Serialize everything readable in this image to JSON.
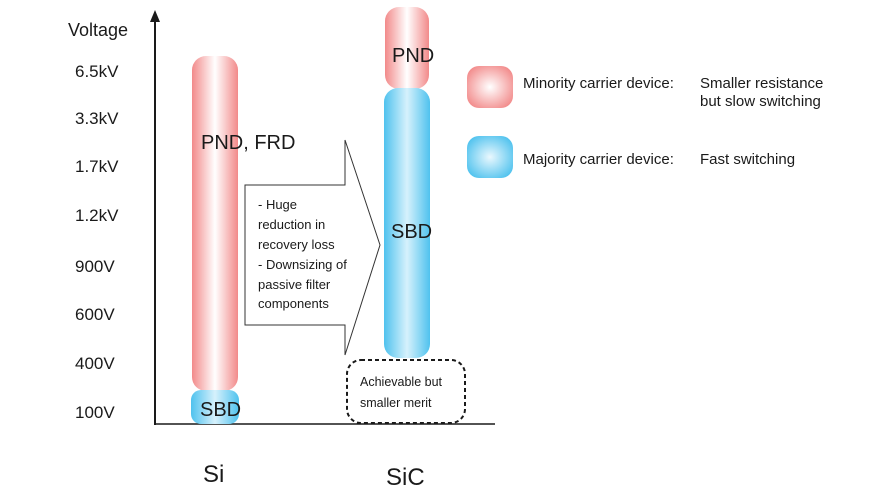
{
  "axis": {
    "title": "Voltage",
    "ticks": [
      "6.5kV",
      "3.3kV",
      "1.7kV",
      "1.2kV",
      "900V",
      "600V",
      "400V",
      "100V"
    ]
  },
  "columns": {
    "si": "Si",
    "sic": "SiC"
  },
  "bars": {
    "si_pnd_frd": "PND, FRD",
    "si_sbd": "SBD",
    "sic_pnd": "PND",
    "sic_sbd": "SBD"
  },
  "callout": {
    "lines": [
      "- Huge",
      "reduction in",
      "recovery loss",
      "- Downsizing of",
      "passive filter",
      "components"
    ]
  },
  "merit": {
    "lines": [
      "Achievable but",
      "smaller merit"
    ]
  },
  "legend": {
    "minority": {
      "label": "Minority carrier device:",
      "desc_line1": "Smaller resistance",
      "desc_line2": "but slow switching"
    },
    "majority": {
      "label": "Majority carrier device:",
      "desc_line1": "Fast switching"
    }
  },
  "colors": {
    "minority": "#f28a8a",
    "majority": "#5bc8f0"
  }
}
